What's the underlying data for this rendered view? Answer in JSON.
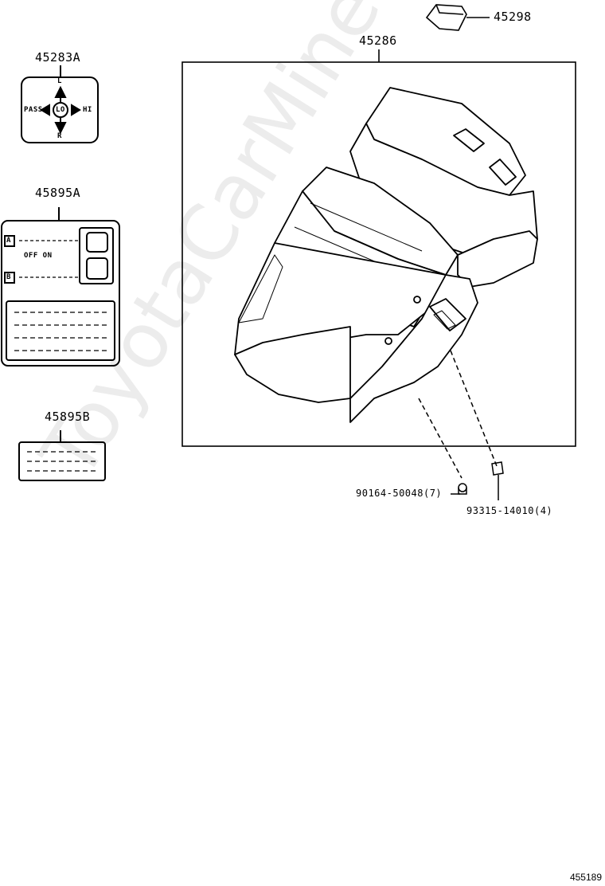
{
  "watermark": "ToyotaCarMine.ru",
  "parts": {
    "part_45298": "45298",
    "part_45286": "45286",
    "part_45283a": "45283A",
    "part_45895a": "45895A",
    "part_45895b": "45895B",
    "part_90164": "90164-50048(7)",
    "part_93315": "93315-14010(4)"
  },
  "label_45283a": {
    "top": "L",
    "bottom": "R",
    "left": "PASS",
    "right": "HI",
    "center": "LO"
  },
  "label_45895a": {
    "box_a": "A",
    "box_b": "B",
    "switch_text": "OFF ON"
  },
  "footer_code": "455189"
}
